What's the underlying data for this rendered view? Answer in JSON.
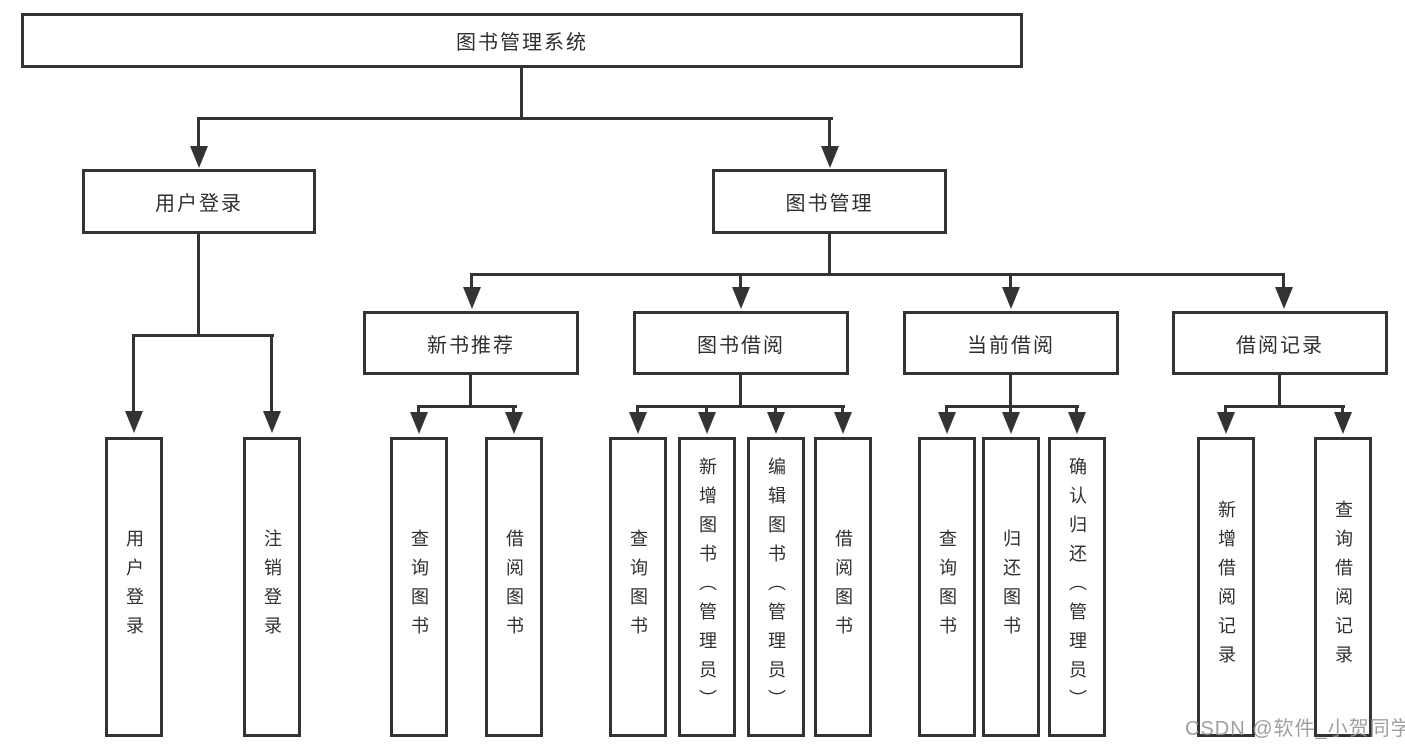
{
  "diagram": {
    "root_label": "图书管理系统",
    "level2": {
      "user": {
        "label": "用户登录"
      },
      "book": {
        "label": "图书管理"
      }
    },
    "level3": {
      "recommend": {
        "label": "新书推荐"
      },
      "borrow": {
        "label": "图书借阅"
      },
      "current": {
        "label": "当前借阅"
      },
      "record": {
        "label": "借阅记录"
      }
    },
    "leaves": {
      "user": [
        "用户登录",
        "注销登录"
      ],
      "recommend": [
        "查询图书",
        "借阅图书"
      ],
      "borrow": [
        "查询图书",
        "新增图书（管理员）",
        "编辑图书（管理员）",
        "借阅图书"
      ],
      "current": [
        "查询图书",
        "归还图书",
        "确认归还（管理员）"
      ],
      "record": [
        "新增借阅记录",
        "查询借阅记录"
      ]
    }
  },
  "watermark": {
    "text": "CSDN @软件_小贺同学"
  },
  "colors": {
    "line": "#333333",
    "text": "#2f2f2f",
    "watermark": "#969696",
    "background": "#ffffff"
  }
}
